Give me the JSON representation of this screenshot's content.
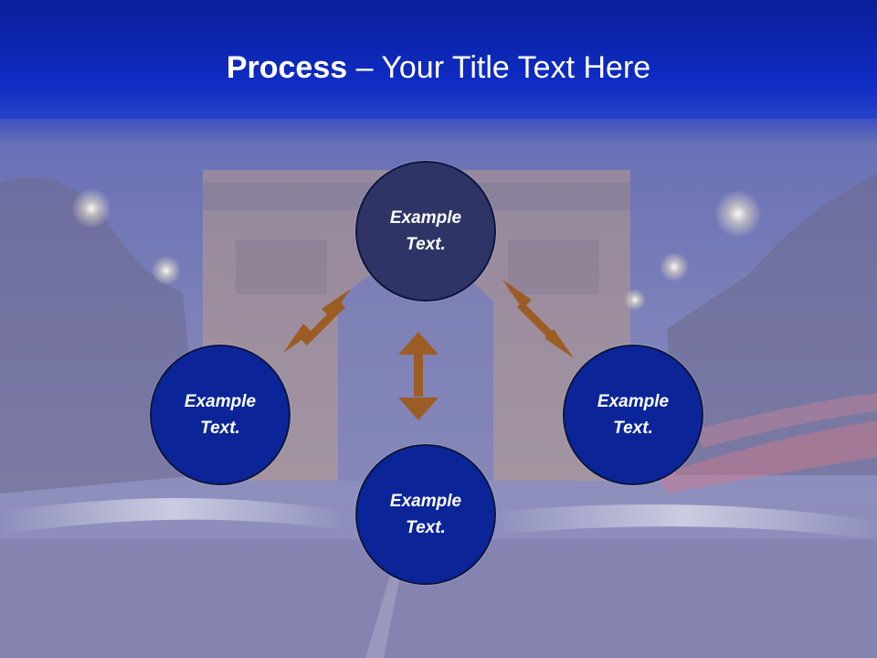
{
  "title": {
    "bold": "Process",
    "rest": " – Your Title Text Here"
  },
  "nodes": {
    "top": "Example\nText.",
    "left": "Example\nText.",
    "right": "Example\nText.",
    "bottom": "Example\nText."
  },
  "colors": {
    "header": "#0f2cc4",
    "node_top": "#2e3566",
    "node_other": "#0b2599",
    "arrow": "#9c5d24"
  }
}
